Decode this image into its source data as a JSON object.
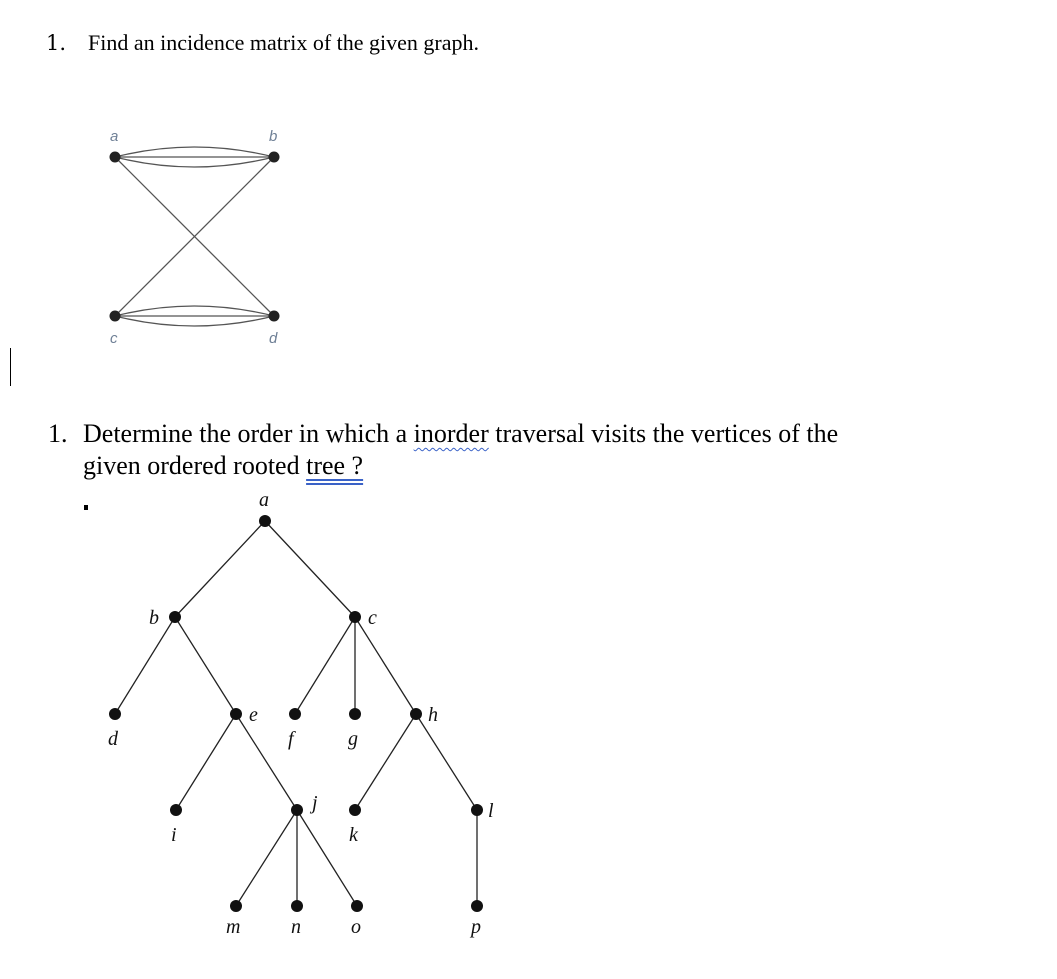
{
  "question1": {
    "number": "1.",
    "text": "Find an incidence matrix of the given graph."
  },
  "graph": {
    "vertex_labels": [
      "a",
      "b",
      "c",
      "d"
    ],
    "edges": [
      [
        "a",
        "b"
      ],
      [
        "a",
        "b"
      ],
      [
        "a",
        "b"
      ],
      [
        "a",
        "d"
      ],
      [
        "b",
        "c"
      ],
      [
        "c",
        "d"
      ],
      [
        "c",
        "d"
      ],
      [
        "c",
        "d"
      ]
    ]
  },
  "question2": {
    "number": "1.",
    "text_part1": "Determine the order in which a ",
    "text_inorder": "inorder",
    "text_part2": " traversal visits the vertices of the",
    "text_line2": "given ordered rooted ",
    "text_tree": "tree ?"
  },
  "tree": {
    "vertex_labels": [
      "a",
      "b",
      "c",
      "d",
      "e",
      "f",
      "g",
      "h",
      "i",
      "j",
      "k",
      "l",
      "m",
      "n",
      "o",
      "p"
    ],
    "edges": [
      [
        "a",
        "b"
      ],
      [
        "a",
        "c"
      ],
      [
        "b",
        "d"
      ],
      [
        "b",
        "e"
      ],
      [
        "c",
        "f"
      ],
      [
        "c",
        "g"
      ],
      [
        "c",
        "h"
      ],
      [
        "e",
        "i"
      ],
      [
        "e",
        "j"
      ],
      [
        "h",
        "k"
      ],
      [
        "h",
        "l"
      ],
      [
        "j",
        "m"
      ],
      [
        "j",
        "n"
      ],
      [
        "j",
        "o"
      ],
      [
        "l",
        "p"
      ]
    ]
  },
  "colors": {
    "text": "#000000",
    "graph_edge": "#555555",
    "graph_label": "#6f8096",
    "spell_underline": "#3a62c7"
  }
}
